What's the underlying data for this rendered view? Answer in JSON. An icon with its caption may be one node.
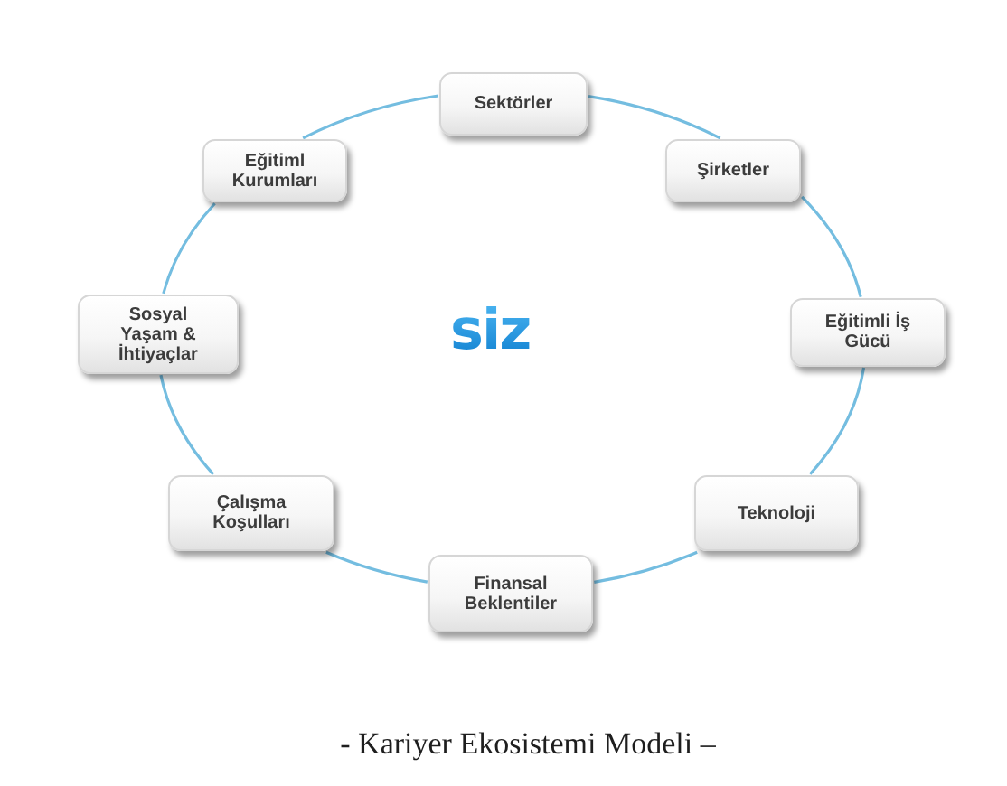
{
  "diagram": {
    "caption": "- Kariyer Ekosistemi Modeli –",
    "nodes": [
      {
        "text": [
          "Sektörler"
        ]
      },
      {
        "text": [
          "Şirketler"
        ]
      },
      {
        "text": [
          "Eğitimli İş Gücü"
        ]
      },
      {
        "text": [
          "Teknoloji"
        ]
      },
      {
        "text": [
          "Finansal Beklentiler"
        ]
      },
      {
        "text": [
          "Çalışma Koşulları"
        ]
      },
      {
        "text": [
          "Sosyal Yaşam & İhtiyaçlar"
        ]
      },
      {
        "text": [
          "Eğitiml Kurumları"
        ]
      }
    ],
    "edges": [
      {
        "from": 0,
        "to": 1,
        "arrow": "none"
      },
      {
        "from": 1,
        "to": 2,
        "arrow": "none"
      },
      {
        "from": 2,
        "to": 3,
        "arrow": "none"
      },
      {
        "from": 3,
        "to": 4,
        "arrow": "none"
      },
      {
        "from": 4,
        "to": 5,
        "arrow": "none"
      },
      {
        "from": 5,
        "to": 6,
        "arrow": "none"
      },
      {
        "from": 6,
        "to": 7,
        "arrow": "none"
      },
      {
        "from": 7,
        "to": 0,
        "arrow": "none"
      }
    ],
    "labels": [
      "siz"
    ]
  }
}
